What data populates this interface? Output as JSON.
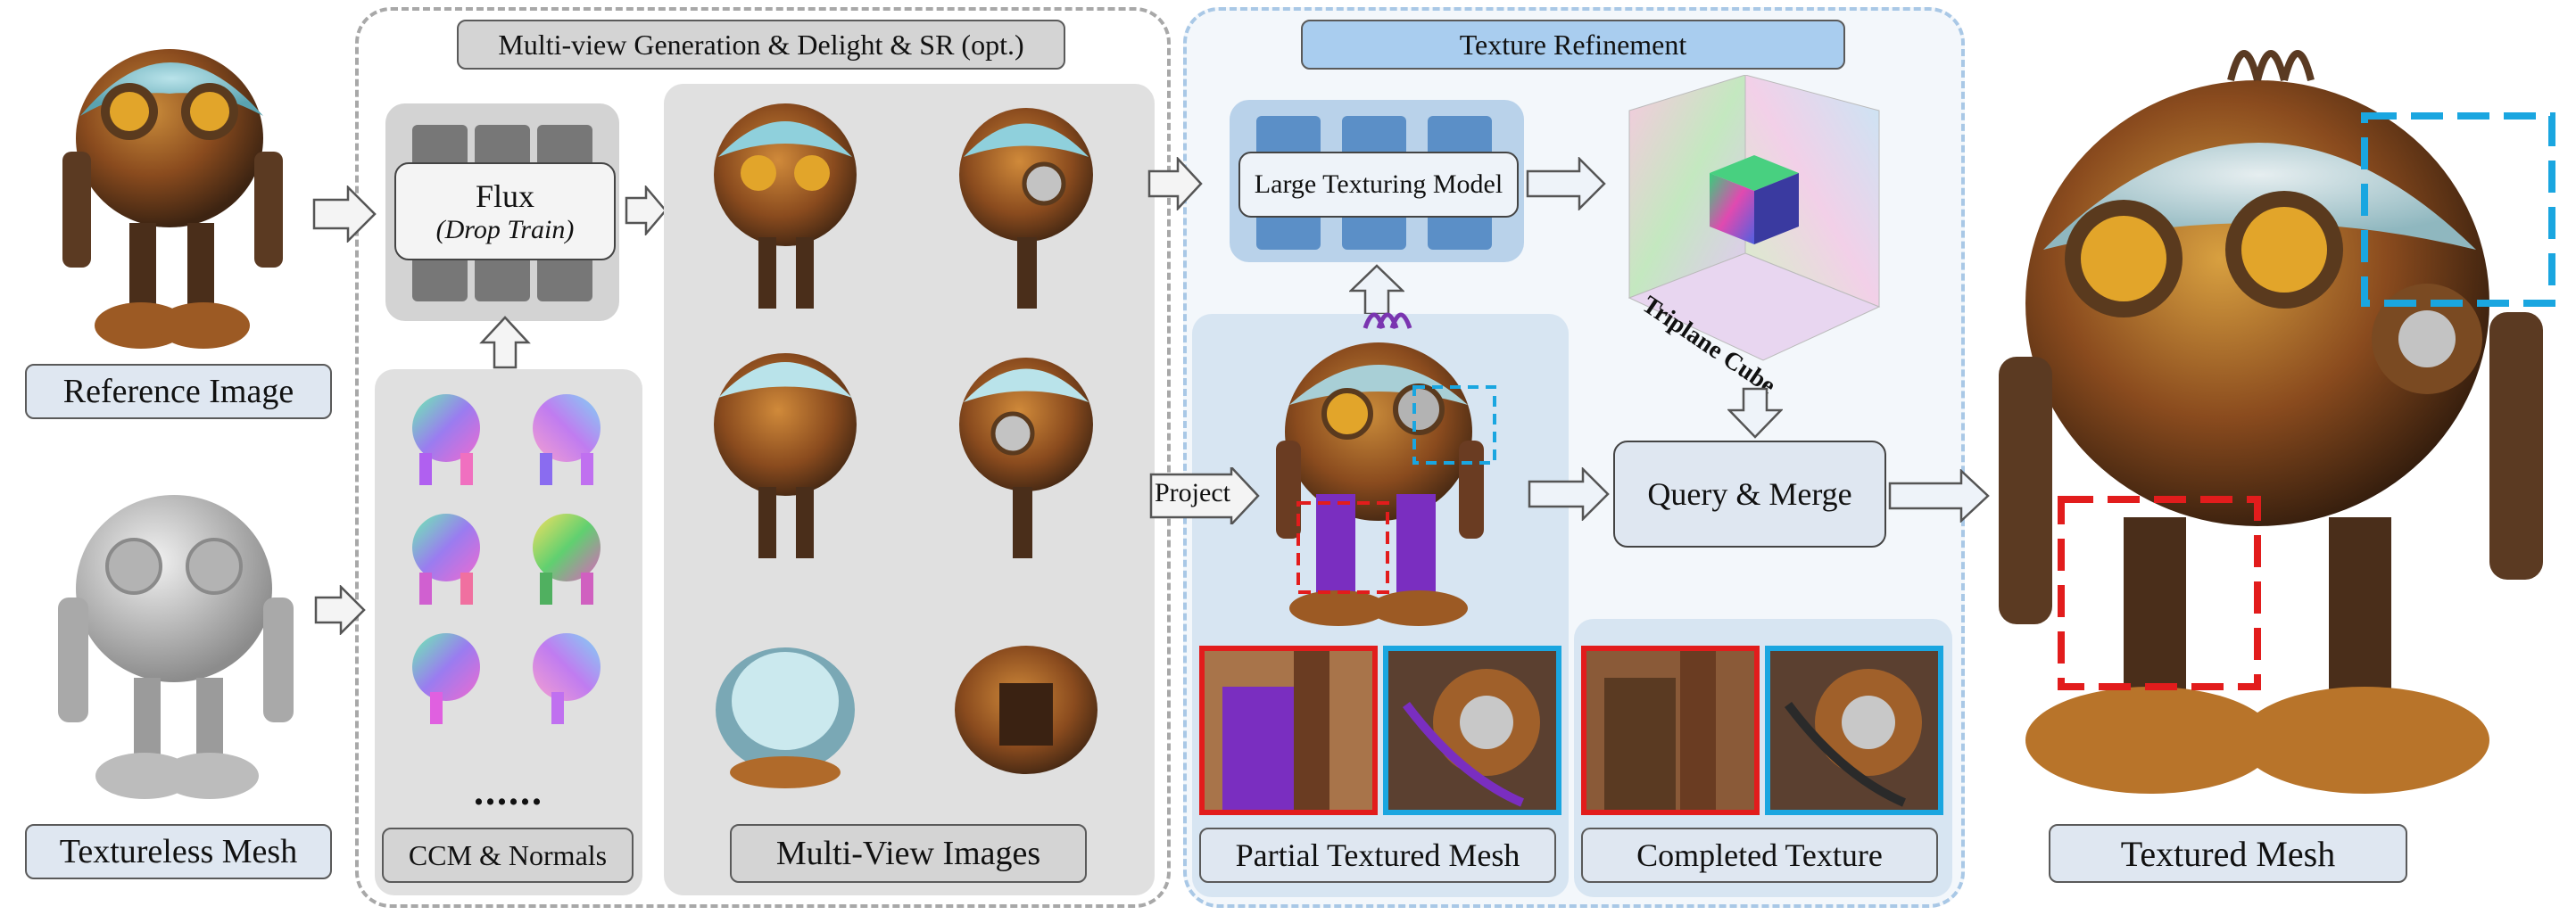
{
  "colors": {
    "grey_frame": "#a8a8a8",
    "blue_frame": "#a9c8e6",
    "red_box": "#e21c1c",
    "cyan_box": "#1aa6e0",
    "label_blue": "#dfe7f1",
    "label_grey": "#d4d4d4",
    "header_blue": "#a9cdef",
    "mini_block_grey": "#777777",
    "mini_block_blue": "#5b8fc7"
  },
  "left": {
    "reference_label": "Reference Image",
    "textureless_label": "Textureless Mesh"
  },
  "stage1": {
    "header": "Multi-view Generation & Delight & SR (opt.)",
    "flux_title": "Flux",
    "flux_subtitle": "(Drop Train)",
    "ellipsis": "......",
    "ccm_label": "CCM & Normals",
    "multiview_label": "Multi-View Images"
  },
  "stage2": {
    "header": "Texture Refinement",
    "ltm_label": "Large Texturing Model",
    "triplane_label": "Triplane Cube",
    "project_label": "Project",
    "query_merge_label": "Query & Merge",
    "partial_label": "Partial Textured Mesh",
    "completed_label": "Completed Texture"
  },
  "right": {
    "textured_label": "Textured Mesh"
  },
  "icons": [
    "robot-reference-image",
    "robot-gray-mesh",
    "ccm-normal-renders",
    "multiview-robot-renders",
    "triplane-cube-icon",
    "partial-textured-robot",
    "final-textured-robot"
  ]
}
